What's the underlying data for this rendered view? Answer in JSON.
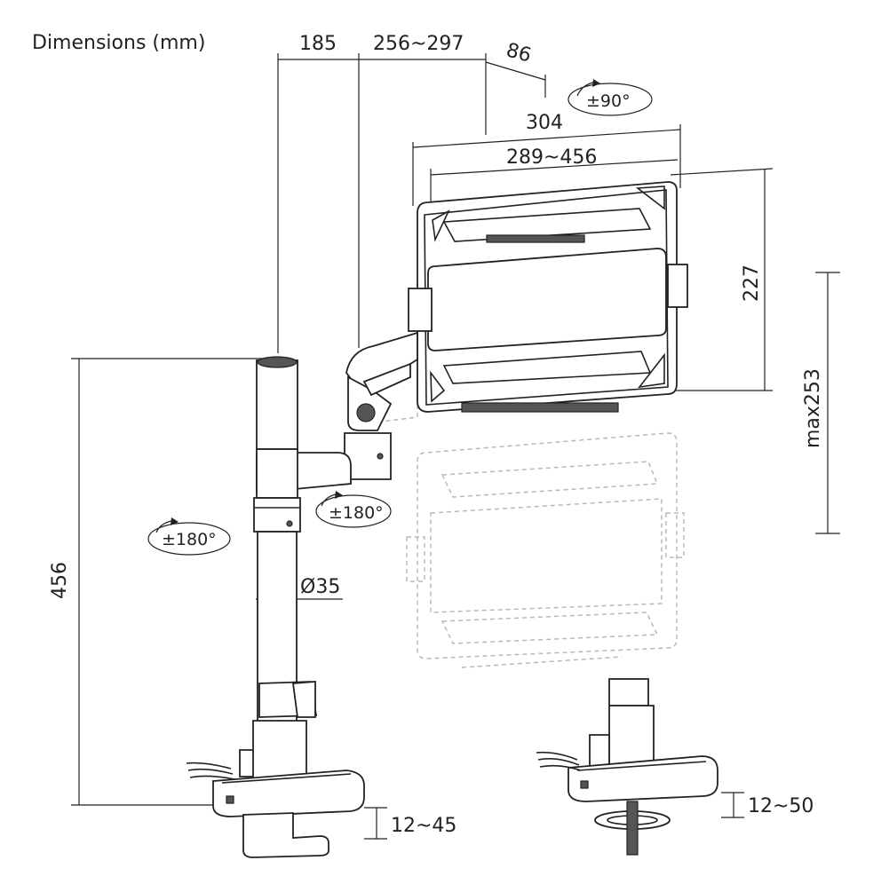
{
  "title": "Dimensions (mm)",
  "dimensions": {
    "arm_reach_1": "185",
    "arm_reach_2": "256~297",
    "holder_depth": "86",
    "holder_outer_width": "304",
    "holder_clamp_range": "289~456",
    "holder_height": "227",
    "height_adjust": "max253",
    "pole_height": "456",
    "pole_diameter": "Ø35",
    "clamp_range_c": "12~45",
    "clamp_range_grommet": "12~50"
  },
  "rotations": {
    "tilt": "±90°",
    "arm_swivel": "±180°",
    "pole_swivel": "±180°"
  }
}
